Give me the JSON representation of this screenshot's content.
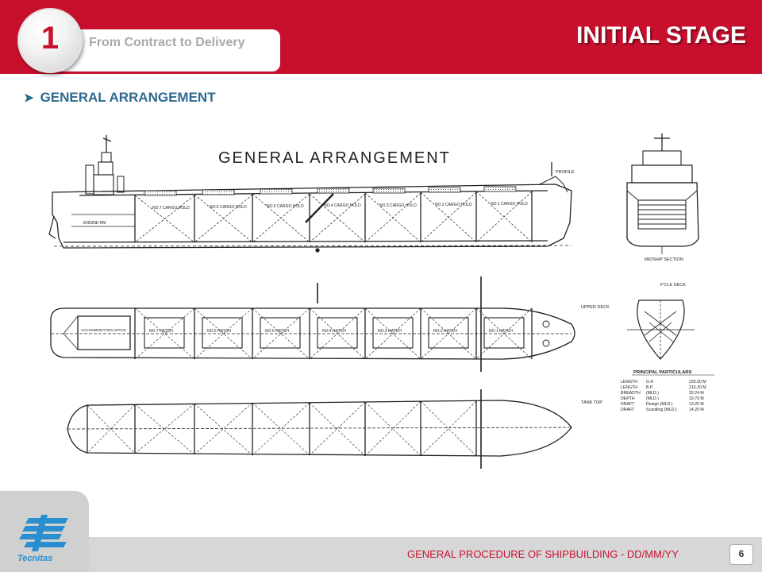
{
  "header": {
    "section_number": "1",
    "tab_label": "From Contract to Delivery",
    "stage_title": "INITIAL STAGE"
  },
  "section": {
    "bullet_icon": "arrow-bullet-icon",
    "title": "GENERAL ARRANGEMENT"
  },
  "drawing": {
    "title": "GENERAL ARRANGEMENT",
    "labels": {
      "profile": "PROFILE",
      "upper_deck": "UPPER DECK",
      "tank_top": "TANK TOP",
      "midship_section": "MIDSHIP SECTION",
      "fcle_deck": "F'CLE DECK",
      "accommodation": "ACCOMMODATION SPACE",
      "engine_room": "ENGINE RM"
    },
    "holds": [
      "NO.7 CARGO HOLD",
      "NO.6 CARGO HOLD",
      "NO.5 CARGO HOLD",
      "NO.4 CARGO HOLD",
      "NO.3 CARGO HOLD",
      "NO.2 CARGO HOLD",
      "NO.1 CARGO HOLD"
    ],
    "hatches": [
      "NO.7 HATCH",
      "NO.6 HATCH",
      "NO.5 HATCH",
      "NO.4 HATCH",
      "NO.3 HATCH",
      "NO.2 HATCH",
      "NO.1 HATCH"
    ],
    "particulars": {
      "title": "PRINCIPAL PARTICULARS",
      "rows": [
        {
          "label": "LENGTH",
          "basis": "O.A",
          "value": "225.00 M"
        },
        {
          "label": "LENGTH",
          "basis": "B.P",
          "value": "216.20 M"
        },
        {
          "label": "BREADTH",
          "basis": "(MLD.)",
          "value": "32.24 M"
        },
        {
          "label": "DEPTH",
          "basis": "(MLD.)",
          "value": "19.70 M"
        },
        {
          "label": "DRAFT",
          "basis": "Design (MLD.)",
          "value": "13.20 M"
        },
        {
          "label": "DRAFT",
          "basis": "Scantling (MLD.)",
          "value": "14.20 M"
        }
      ]
    }
  },
  "footer": {
    "logo_text": "Tecnitas",
    "text": "GENERAL PROCEDURE OF SHIPBUILDING  - DD/MM/YY",
    "page_number": "6"
  },
  "colors": {
    "brand_red": "#c8102e",
    "heading_blue": "#2e6a8f",
    "logo_blue": "#2a8fd0",
    "footer_grey": "#d7d7d7"
  }
}
